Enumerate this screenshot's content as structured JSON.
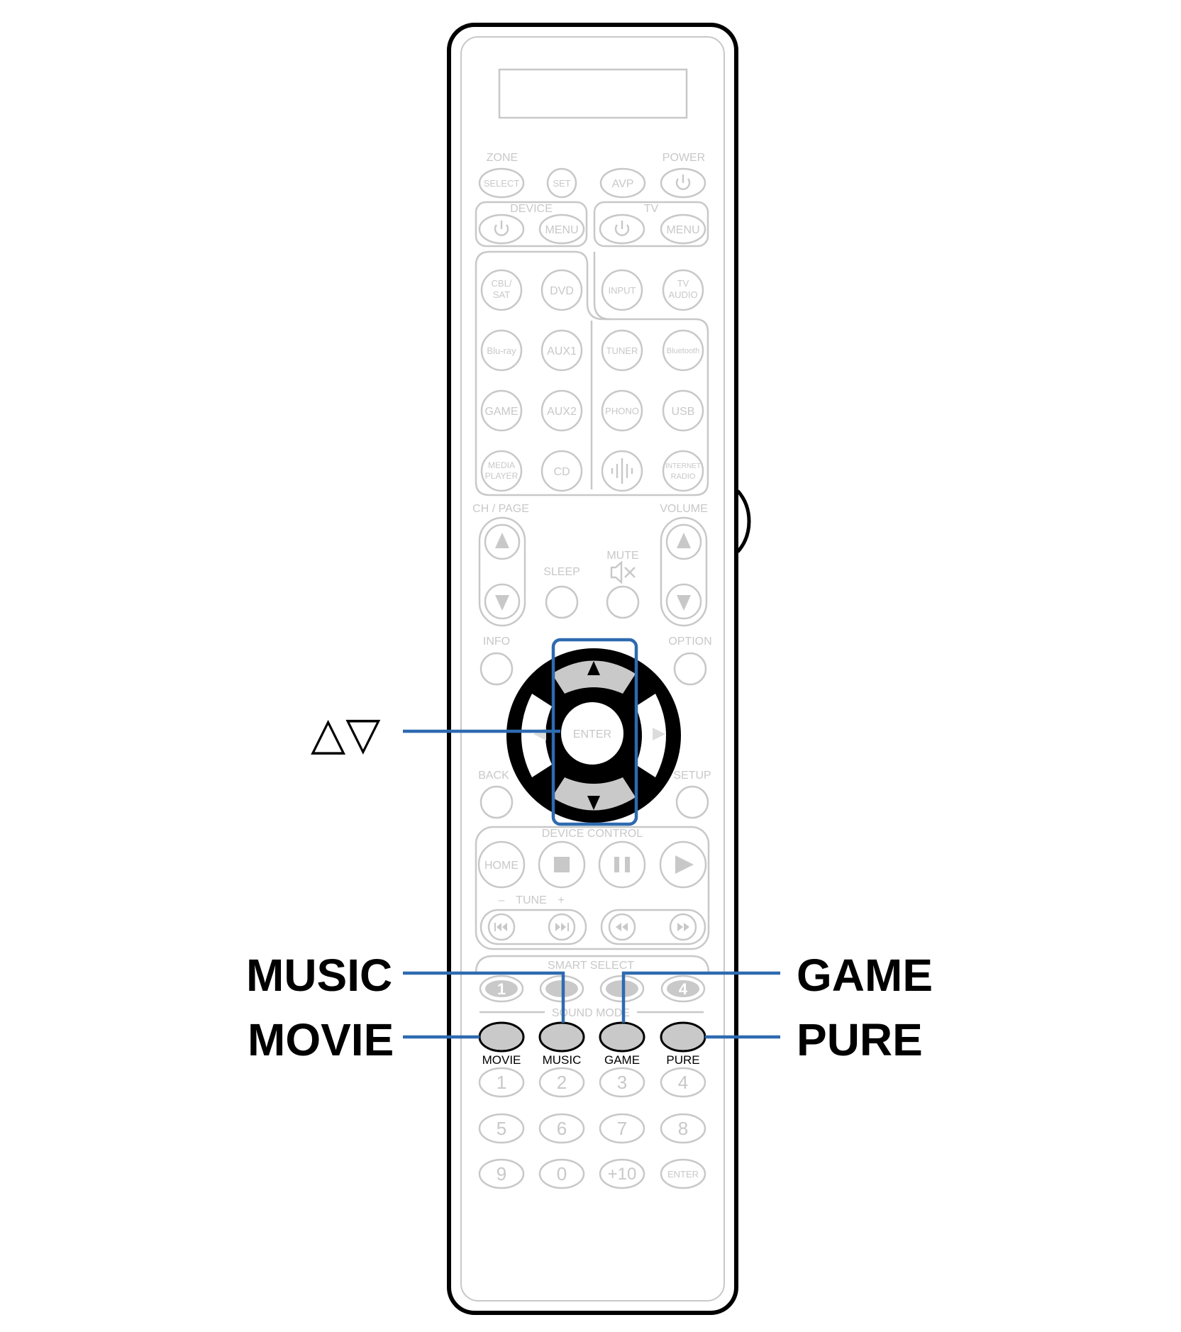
{
  "remote": {
    "zone_label": "ZONE",
    "power_label": "POWER",
    "select_btn": "SELECT",
    "set_btn": "SET",
    "avp_btn": "AVP",
    "device_label": "DEVICE",
    "tv_label": "TV",
    "menu_btn": "MENU",
    "cbl_line1": "CBL/",
    "cbl_line2": "SAT",
    "dvd_btn": "DVD",
    "input_btn": "INPUT",
    "tv_audio_line1": "TV",
    "tv_audio_line2": "AUDIO",
    "bluray_btn": "Blu-ray",
    "aux1_btn": "AUX1",
    "tuner_btn": "TUNER",
    "bluetooth_btn": "Bluetooth",
    "game_src_btn": "GAME",
    "aux2_btn": "AUX2",
    "phono_btn": "PHONO",
    "usb_btn": "USB",
    "media_line1": "MEDIA",
    "media_line2": "PLAYER",
    "cd_btn": "CD",
    "inet_line1": "INTERNET",
    "inet_line2": "RADIO",
    "ch_page_label": "CH / PAGE",
    "volume_label": "VOLUME",
    "mute_label": "MUTE",
    "sleep_label": "SLEEP",
    "info_label": "INFO",
    "option_label": "OPTION",
    "enter_btn": "ENTER",
    "back_label": "BACK",
    "setup_label": "SETUP",
    "device_control_label": "DEVICE CONTROL",
    "home_btn": "HOME",
    "tune_label": "TUNE",
    "tune_minus": "–",
    "tune_plus": "+",
    "smart_select_label": "SMART SELECT",
    "smart_1": "1",
    "smart_4": "4",
    "sound_mode_label": "SOUND MODE",
    "sound_modes": [
      "MOVIE",
      "MUSIC",
      "GAME",
      "PURE"
    ],
    "keypad": [
      "1",
      "2",
      "3",
      "4",
      "5",
      "6",
      "7",
      "8",
      "9",
      "0",
      "+10",
      "ENTER"
    ]
  },
  "callouts": {
    "cursor_updown": "△▽",
    "music": "MUSIC",
    "movie": "MOVIE",
    "game": "GAME",
    "pure": "PURE"
  },
  "colors": {
    "leader_line": "#2e6ab0",
    "button_outline": "#c8c8c8",
    "sound_mode_fill": "#c9c9c9"
  }
}
